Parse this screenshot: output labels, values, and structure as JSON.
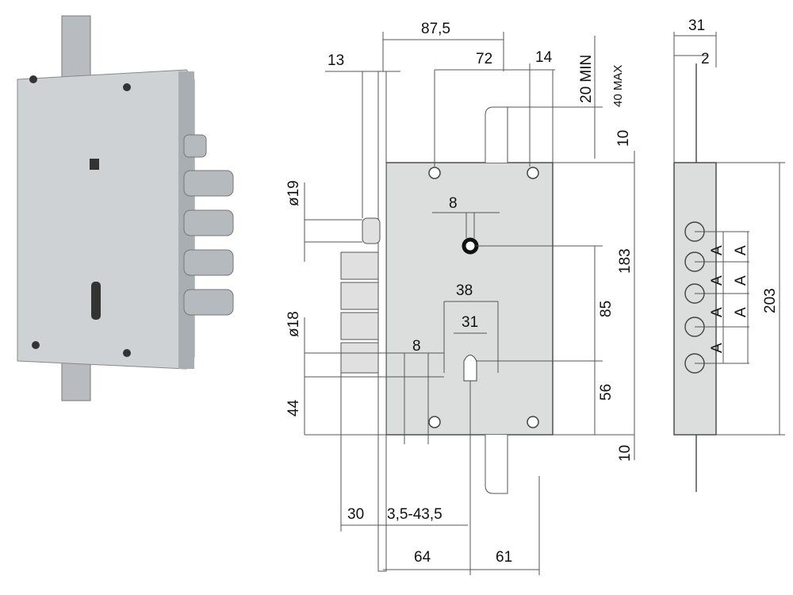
{
  "front_view": {
    "dims": {
      "d87_5": "87,5",
      "d13": "13",
      "d72": "72",
      "d14": "14",
      "d20min": "20 MIN",
      "d40max": "40 MAX",
      "d10_top": "10",
      "d19": "ø19",
      "d8_top": "8",
      "d38": "38",
      "d31": "31",
      "d85": "85",
      "d183": "183",
      "d18": "ø18",
      "d8_side": "8",
      "d56": "56",
      "d44": "44",
      "d10_bot": "10",
      "d30": "30",
      "d3_5": "3,5-43,5",
      "d64": "64",
      "d61": "61"
    }
  },
  "side_view": {
    "dims": {
      "d31": "31",
      "d2": "2",
      "d203": "203",
      "a": "A"
    }
  },
  "colors": {
    "body": "#d9dadb",
    "line": "#444444",
    "photo": "#c8cbce"
  }
}
